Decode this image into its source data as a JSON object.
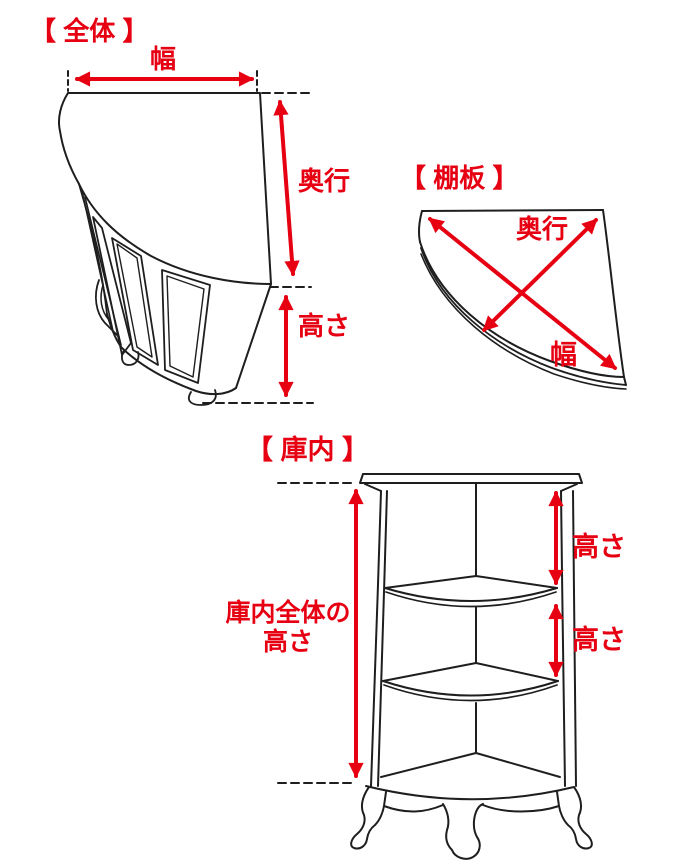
{
  "page": {
    "accent_color": "#e60012",
    "line_color": "#1e1e1e",
    "background_color": "#ffffff"
  },
  "overall": {
    "title": "【 全体 】",
    "width_label": "幅",
    "depth_label": "奥行",
    "height_label": "高さ"
  },
  "shelf_board": {
    "title": "【 棚板 】",
    "depth_label": "奥行",
    "width_label": "幅"
  },
  "interior": {
    "title": "【 庫内 】",
    "total_height_label_line1": "庫内全体の",
    "total_height_label_line2": "高さ",
    "upper_compartment_height_label": "高さ",
    "lower_compartment_height_label": "高さ"
  }
}
